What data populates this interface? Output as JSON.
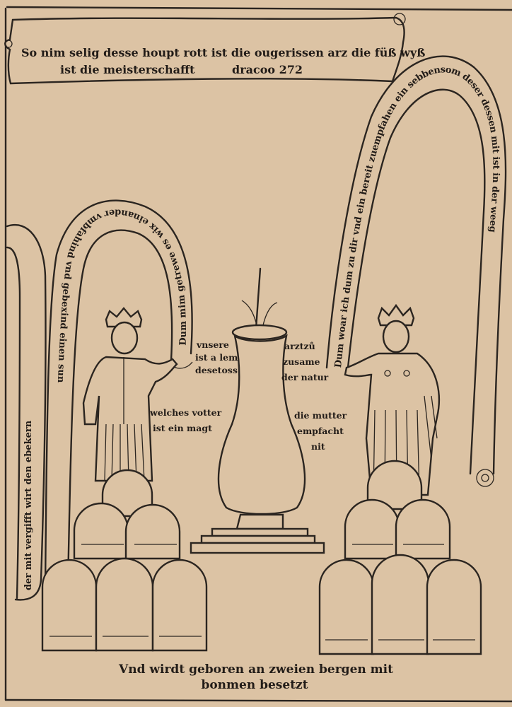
{
  "colors": {
    "paper": "#dcc3a4",
    "ink": "#2b2520"
  },
  "top_banner": {
    "line1": "So nim selig desse houpt rott ist die ougerissen arz die füß wyß",
    "line2": "ist die meisterschafft",
    "reference": "dracoo 272"
  },
  "left_outer_banner": {
    "text": "der mit vergifft wirt den ebekern"
  },
  "left_inner_banner": {
    "text": "Dum mim getrewe es wix einander vmbfahind vnd gebexind einen sun"
  },
  "right_banner": {
    "text": "Dum woar ich dum zu dir vnd ein bereit zuempfahen ein sebbensom deser dessen mit ist in der weeg"
  },
  "labels": {
    "vessel_left_top": [
      "vnsere",
      "ist a lem",
      "desetoss"
    ],
    "vessel_left_bottom": [
      "welches votter",
      "ist ein magt"
    ],
    "vessel_right_top": [
      "arztzů",
      "zusame",
      "der natur"
    ],
    "vessel_right_bottom": [
      "die mutter",
      "empfacht",
      "nit"
    ]
  },
  "caption": {
    "line1": "Vnd wirdt geboren an zweien bergen mit",
    "line2": "bonmen besetzt"
  }
}
